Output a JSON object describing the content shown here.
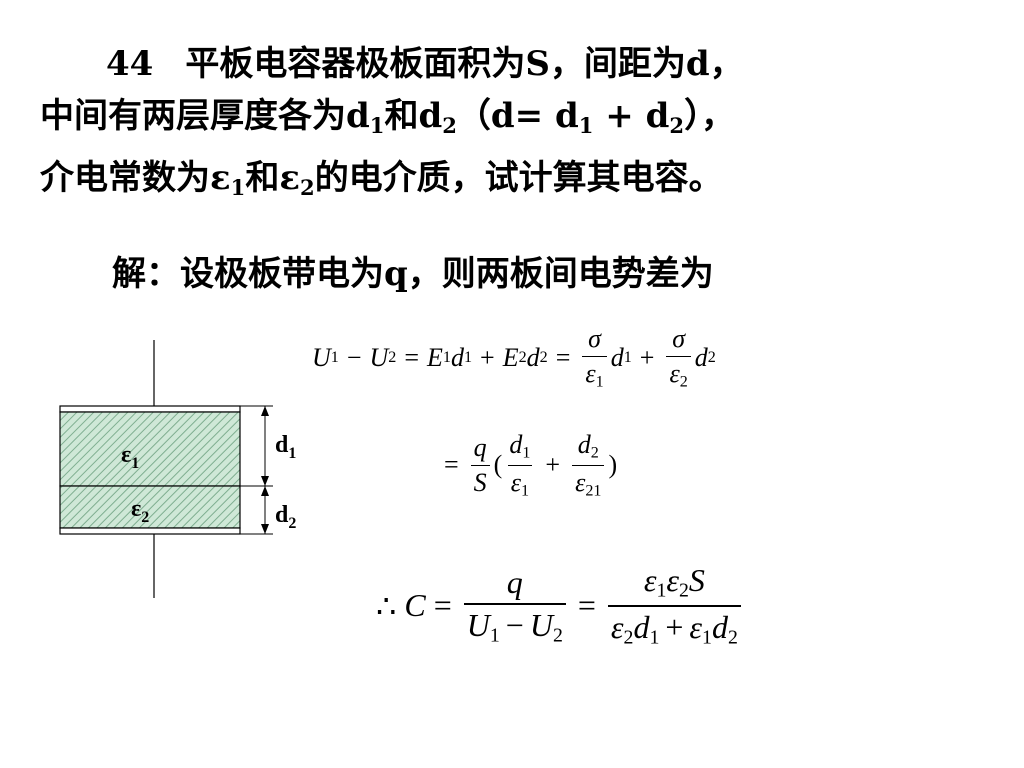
{
  "problem": {
    "number": "44",
    "line1_text": "平板电容器极板面积为S，间距为d，",
    "line2_a": "中间有两层厚度各为d",
    "line2_sub1": "1",
    "line2_b": "和d",
    "line2_sub2": "2",
    "line2_c": "（d= d",
    "line2_sub3": "1",
    "line2_d": " + d",
    "line2_sub4": "2",
    "line2_e": "），",
    "line3_a": "介电常数为ε",
    "line3_sub1": "1",
    "line3_b": "和ε",
    "line3_sub2": "2",
    "line3_c": "的电介质，试计算其电容。"
  },
  "solution": {
    "intro": "解：设极板带电为q，则两板间电势差为"
  },
  "equations": {
    "eq1": {
      "U": "U",
      "s1": "1",
      "minus": "−",
      "s2": "2",
      "eq": "=",
      "E": "E",
      "d": "d",
      "plus": "+",
      "sigma": "σ",
      "eps": "ε"
    },
    "eq2": {
      "eq": "=",
      "q": "q",
      "S": "S",
      "lp": "(",
      "rp": ")",
      "d": "d",
      "s1": "1",
      "s2": "2",
      "eps": "ε",
      "plus": "+",
      "s21": "21"
    },
    "eq3": {
      "therefore": "∴",
      "C": "C",
      "eq": "=",
      "q": "q",
      "U": "U",
      "s1": "1",
      "minus": "−",
      "s2": "2",
      "eps": "ε",
      "S": "S",
      "d": "d",
      "plus": "+"
    }
  },
  "diagram": {
    "eps1_label": "ε",
    "eps1_sub": "1",
    "eps2_label": "ε",
    "eps2_sub": "2",
    "d1_label": "d",
    "d1_sub": "1",
    "d2_label": "d",
    "d2_sub": "2",
    "fill_color": "#cfe8d7",
    "hatch_color": "#7fae90"
  }
}
